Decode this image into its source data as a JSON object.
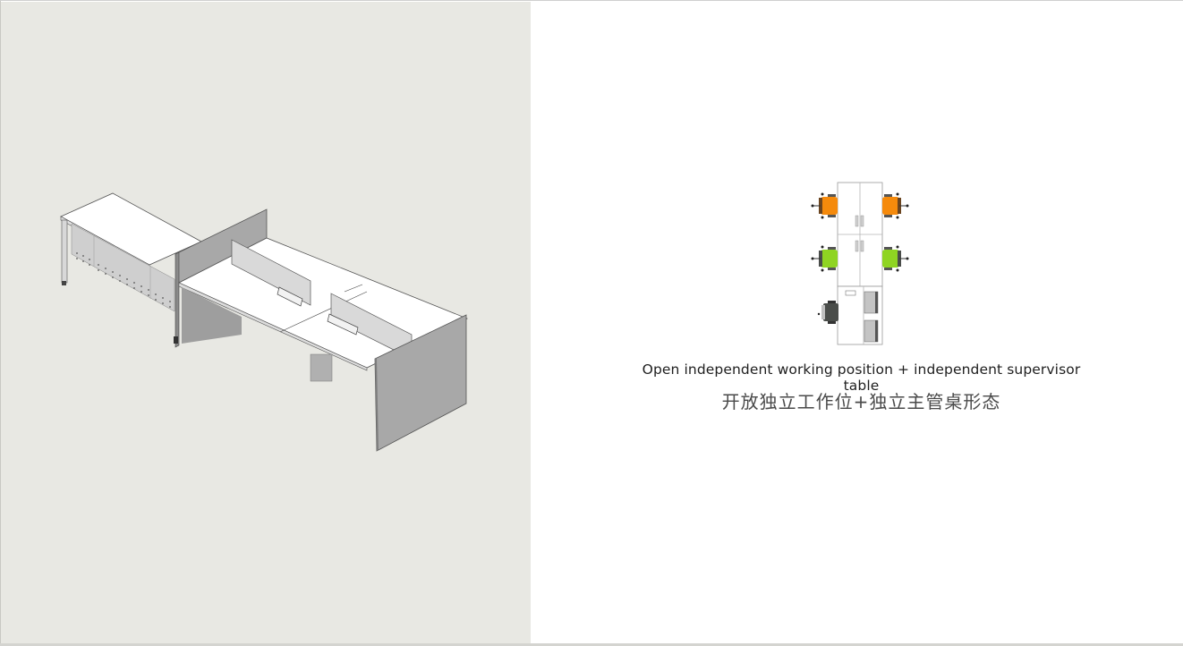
{
  "slide": {
    "left_panel": {
      "image": "isometric-desk-render",
      "background": "#e8e8e3"
    },
    "right_panel": {
      "plan": {
        "image": "floor-plan-icon",
        "chair_colors": {
          "top_row": "#f58a0c",
          "middle_row": "#8fd422",
          "supervisor": "#4a4d4a"
        }
      },
      "caption_en": "Open independent working position + independent supervisor table",
      "caption_zh": "开放独立工作位+独立主管桌形态"
    }
  }
}
